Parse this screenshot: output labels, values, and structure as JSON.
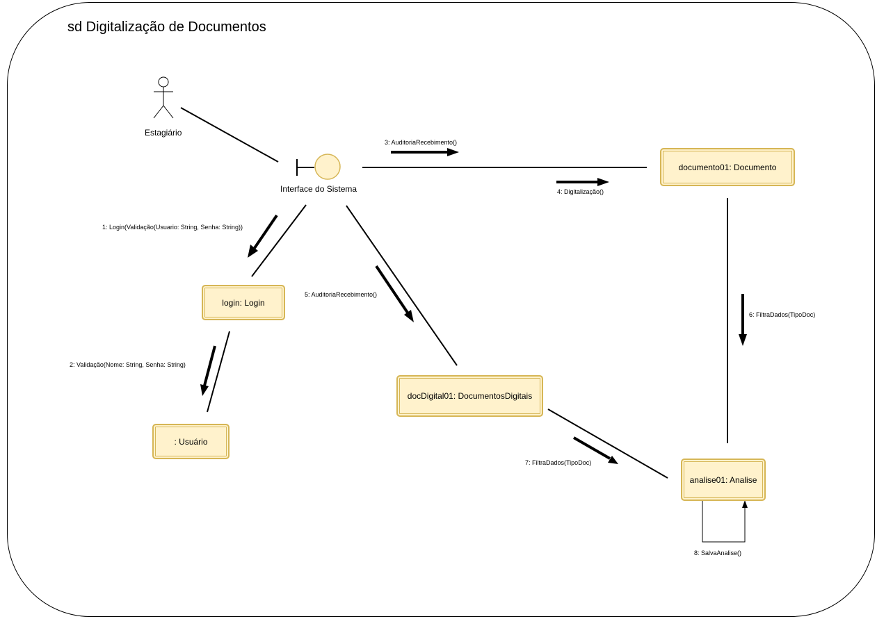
{
  "diagram": {
    "frame_title": "sd Digitalização de Documentos",
    "actor": {
      "name": "Estagiário",
      "icon": "stick-figure-actor-icon"
    },
    "boundary": {
      "name": "Interface do Sistema",
      "icon": "boundary-icon"
    },
    "objects": {
      "documento": "documento01: Documento",
      "login": "login: Login",
      "usuario": ": Usuário",
      "docdigital": "docDigital01: DocumentosDigitais",
      "analise": "analise01: Analise"
    },
    "messages": {
      "m1": "1: Login(Validação(Usuario: String, Senha: String))",
      "m2": "2: Validação(Nome: String, Senha: String)",
      "m3": "3: AuditoriaRecebimento()",
      "m4": "4: Digitalização()",
      "m5": "5: AuditoriaRecebimento()",
      "m6": "6: FiltraDados(TipoDoc)",
      "m7": "7: FiltraDados(TipoDoc)",
      "m8": "8: SalvaAnalise()"
    },
    "colors": {
      "object_fill": "#fff2cc",
      "object_border": "#d6b656",
      "boundary_fill": "#fff2cc"
    }
  }
}
